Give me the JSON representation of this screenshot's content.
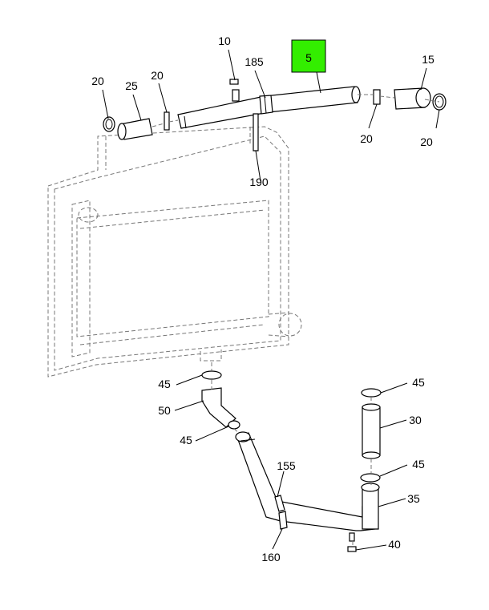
{
  "diagram": {
    "highlight_color": "#33ee00",
    "callouts": {
      "c5": "5",
      "c10": "10",
      "c15": "15",
      "c185": "185",
      "c190": "190",
      "c20_a": "20",
      "c25": "25",
      "c20_b": "20",
      "c20_c": "20",
      "c20_d": "20",
      "c45_a": "45",
      "c50": "50",
      "c45_b": "45",
      "c45_c": "45",
      "c30": "30",
      "c45_d": "45",
      "c35": "35",
      "c155": "155",
      "c160": "160",
      "c40": "40"
    }
  }
}
